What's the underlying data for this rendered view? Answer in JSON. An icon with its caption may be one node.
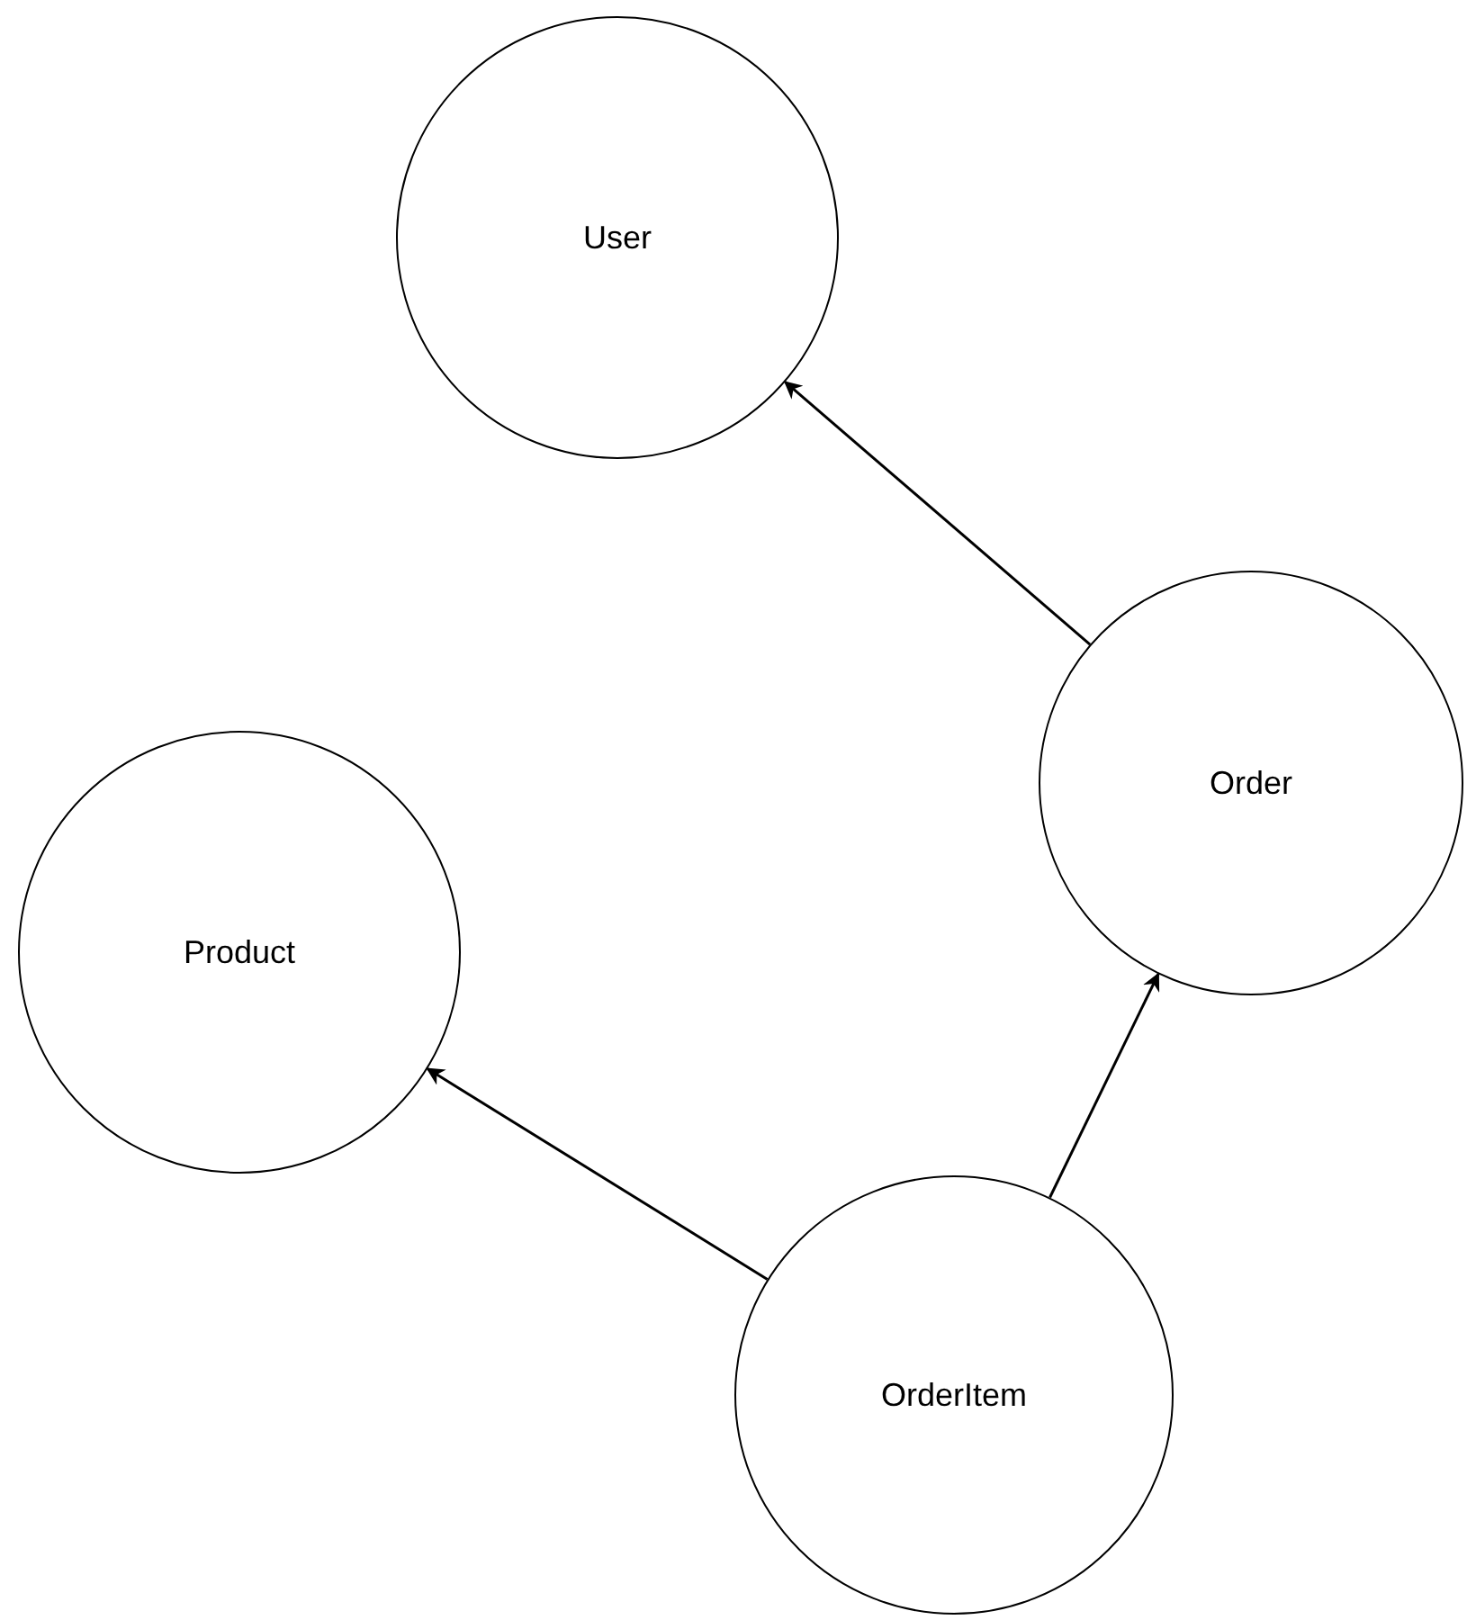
{
  "diagram": {
    "nodes": [
      {
        "text": [
          "User"
        ]
      },
      {
        "text": [
          "Order"
        ]
      },
      {
        "text": [
          "Product"
        ]
      },
      {
        "text": [
          "OrderItem"
        ]
      }
    ],
    "edges": [
      {
        "from": 1,
        "to": 0,
        "arrow": "to"
      },
      {
        "from": 3,
        "to": 1,
        "arrow": "to"
      },
      {
        "from": 3,
        "to": 2,
        "arrow": "to"
      }
    ]
  }
}
